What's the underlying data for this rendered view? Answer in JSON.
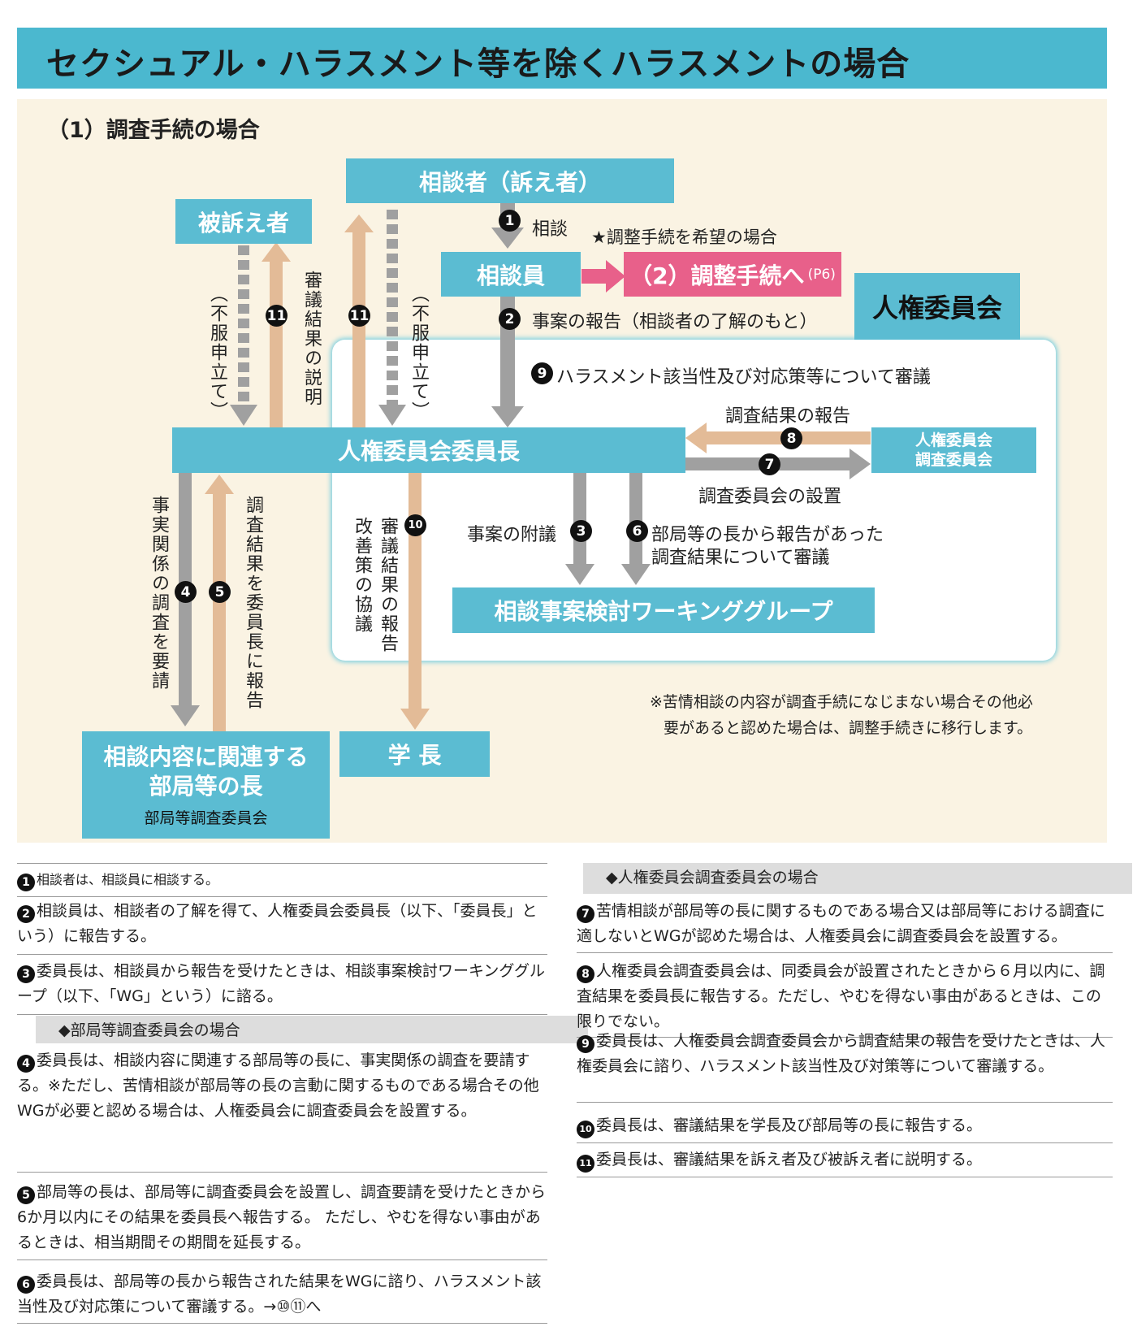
{
  "header": {
    "title": "セクシュアル・ハラスメント等を除くハラスメントの場合"
  },
  "subtitle": "（1）調査手続の場合",
  "boxes": {
    "complainant": "相談者（訴え者）",
    "respondent": "被訴え者",
    "counselor": "相談員",
    "adjust": "（2）調整手続へ",
    "adjust_page": "(P6)",
    "committee": "人権委員会",
    "chair": "人権委員会委員長",
    "investigation_line1": "人権委員会",
    "investigation_line2": "調査委員会",
    "wg": "相談事案検討ワーキンググループ",
    "dept_line1": "相談内容に関連する",
    "dept_line2": "部局等の長",
    "dept_sub": "部局等調査委員会",
    "president": "学 長"
  },
  "labels": {
    "l1": "相談",
    "star": "★調整手続を希望の場合",
    "l2": "事案の報告（相談者の了解のもと）",
    "l9": "ハラスメント該当性及び対応策等について審議",
    "l8": "調査結果の報告",
    "l7": "調査委員会の設置",
    "l3": "事案の附議",
    "l6a": "部局等の長から報告があった",
    "l6b": "調査結果について審議",
    "v_fufuku": "（不服申立て）",
    "v_shingi_setsumei": "審議結果の説明",
    "v_fufuku2": "（不服申立て）",
    "v4": "事実関係の調査を要請",
    "v5": "調査結果を委員長に報告",
    "v10a": "審議結果の報告",
    "v10b": "改善策の協議"
  },
  "badges": {
    "b1": "1",
    "b2": "2",
    "b3": "3",
    "b4": "4",
    "b5": "5",
    "b6": "6",
    "b7": "7",
    "b8": "8",
    "b9": "9",
    "b10": "10",
    "b11": "11"
  },
  "note": {
    "line1": "※苦情相談の内容が調査手続になじまない場合その他必",
    "line2": "要があると認めた場合は、調整手続きに移行します。"
  },
  "colors": {
    "box": "#5bbcd2",
    "pink": "#e8608a",
    "gray_arrow": "#a0a0a0",
    "tan_arrow": "#e3bb97",
    "panel": "#faf3e3"
  },
  "left_list": [
    {
      "n": "1",
      "text": "相談者は、相談員に相談する。"
    },
    {
      "n": "2",
      "text": "相談員は、相談者の了解を得て、人権委員会委員長（以下、「委員長」という）に報告する。"
    },
    {
      "n": "3",
      "text": "委員長は、相談員から報告を受けたときは、相談事案検討ワーキンググループ（以下、「WG」という）に諮る。"
    },
    {
      "n": "4",
      "text": "委員長は、相談内容に関連する部局等の長に、事実関係の調査を要請する。※ただし、苦情相談が部局等の長の言動に関するものである場合その他WGが必要と認める場合は、人権委員会に調査委員会を設置する。"
    },
    {
      "n": "5",
      "text": "部局等の長は、部局等に調査委員会を設置し、調査要請を受けたときから6か月以内にその結果を委員長へ報告する。 ただし、やむを得ない事由があるときは、相当期間その期間を延長する。"
    },
    {
      "n": "6",
      "text": "委員長は、部局等の長から報告された結果をWGに諮り、ハラスメント該当性及び対応策について審議する。→⑩⑪へ"
    }
  ],
  "left_section": "◆部局等調査委員会の場合",
  "right_section": "◆人権委員会調査委員会の場合",
  "right_list": [
    {
      "n": "7",
      "text": "苦情相談が部局等の長に関するものである場合又は部局等における調査に適しないとWGが認めた場合は、人権委員会に調査委員会を設置する。"
    },
    {
      "n": "8",
      "text": "人権委員会調査委員会は、同委員会が設置されたときから６月以内に、調査結果を委員長に報告する。ただし、やむを得ない事由があるときは、この限りでない。"
    },
    {
      "n": "9",
      "text": "委員長は、人権委員会調査委員会から調査結果の報告を受けたときは、人権委員会に諮り、ハラスメント該当性及び対策等について審議する。"
    },
    {
      "n": "10",
      "text": "委員長は、審議結果を学長及び部局等の長に報告する。"
    },
    {
      "n": "11",
      "text": "委員長は、審議結果を訴え者及び被訴え者に説明する。"
    }
  ]
}
